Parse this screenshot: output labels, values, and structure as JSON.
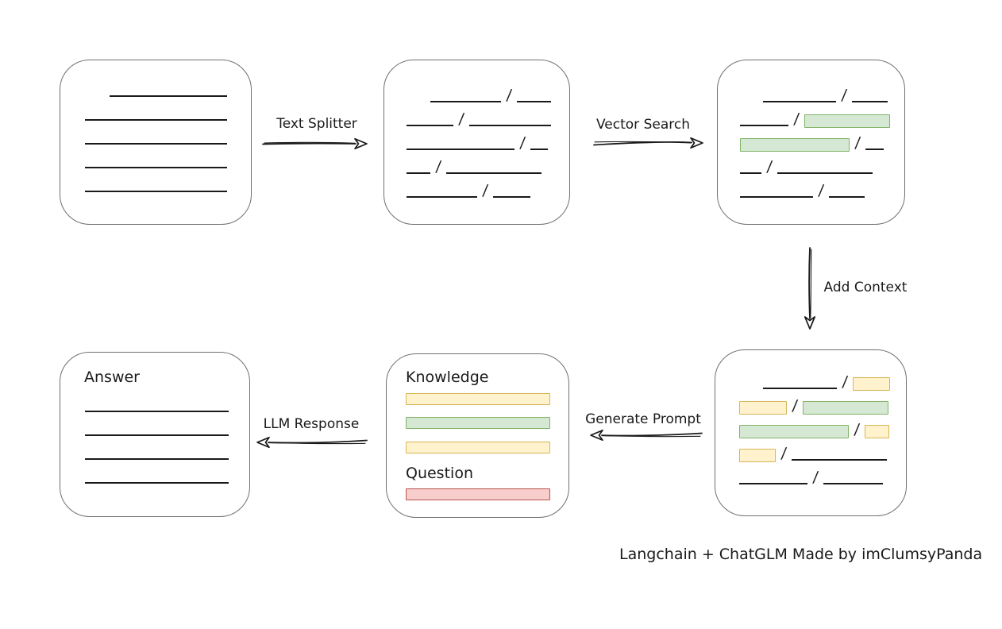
{
  "colors": {
    "ink": "#1a1a1a",
    "box-border": "#707070",
    "green-fill": "#d5e8d4",
    "green-stroke": "#82b366",
    "yellow-fill": "#fff2cc",
    "yellow-stroke": "#d6b656",
    "red-fill": "#f8cecc",
    "red-stroke": "#b85450"
  },
  "glyphs": {
    "slash": "/"
  },
  "labels": {
    "text_splitter": "Text Splitter",
    "vector_search": "Vector Search",
    "add_context": "Add Context",
    "generate_prompt": "Generate Prompt",
    "llm_response": "LLM Response",
    "knowledge": "Knowledge",
    "question": "Question",
    "answer": "Answer",
    "caption": "Langchain + ChatGLM Made by imClumsyPanda"
  },
  "boxes": {
    "document": {
      "rows": [
        {
          "indent": 31,
          "segs": [
            [
              "line",
              148
            ]
          ]
        },
        {
          "segs": [
            [
              "line",
              179
            ]
          ]
        },
        {
          "segs": [
            [
              "line",
              179
            ]
          ]
        },
        {
          "segs": [
            [
              "line",
              179
            ]
          ]
        },
        {
          "segs": [
            [
              "line",
              179
            ]
          ]
        }
      ]
    },
    "split": {
      "rows": [
        {
          "indent": 30,
          "segs": [
            [
              "line",
              89
            ],
            [
              "line",
              43
            ]
          ]
        },
        {
          "segs": [
            [
              "line",
              59
            ],
            [
              "line",
              103
            ]
          ]
        },
        {
          "segs": [
            [
              "line",
              136
            ],
            [
              "line",
              22
            ]
          ]
        },
        {
          "segs": [
            [
              "line",
              30
            ],
            [
              "line",
              120
            ]
          ]
        },
        {
          "segs": [
            [
              "line",
              89
            ],
            [
              "line",
              47
            ]
          ]
        }
      ]
    },
    "vector": {
      "rows": [
        {
          "indent": 29,
          "segs": [
            [
              "line",
              92
            ],
            [
              "line",
              45
            ]
          ]
        },
        {
          "segs": [
            [
              "line",
              61
            ],
            [
              "green",
              108
            ]
          ]
        },
        {
          "segs": [
            [
              "green",
              138
            ],
            [
              "line",
              23
            ]
          ]
        },
        {
          "segs": [
            [
              "line",
              27
            ],
            [
              "line",
              120
            ]
          ]
        },
        {
          "segs": [
            [
              "line",
              92
            ],
            [
              "line",
              45
            ]
          ]
        }
      ]
    },
    "context": {
      "rows": [
        {
          "indent": 30,
          "segs": [
            [
              "line",
              93
            ],
            [
              "yellow",
              47
            ]
          ]
        },
        {
          "segs": [
            [
              "yellow",
              60
            ],
            [
              "green",
              108
            ]
          ]
        },
        {
          "segs": [
            [
              "green",
              138
            ],
            [
              "yellow",
              31
            ]
          ]
        },
        {
          "segs": [
            [
              "yellow",
              46
            ],
            [
              "line",
              120
            ]
          ]
        },
        {
          "segs": [
            [
              "line",
              86
            ],
            [
              "line",
              75
            ]
          ]
        }
      ]
    },
    "answer": {
      "rows": [
        {
          "segs": [
            [
              "line",
              181
            ]
          ]
        },
        {
          "segs": [
            [
              "line",
              181
            ]
          ]
        },
        {
          "segs": [
            [
              "line",
              181
            ]
          ]
        },
        {
          "segs": [
            [
              "line",
              181
            ]
          ]
        }
      ]
    }
  }
}
